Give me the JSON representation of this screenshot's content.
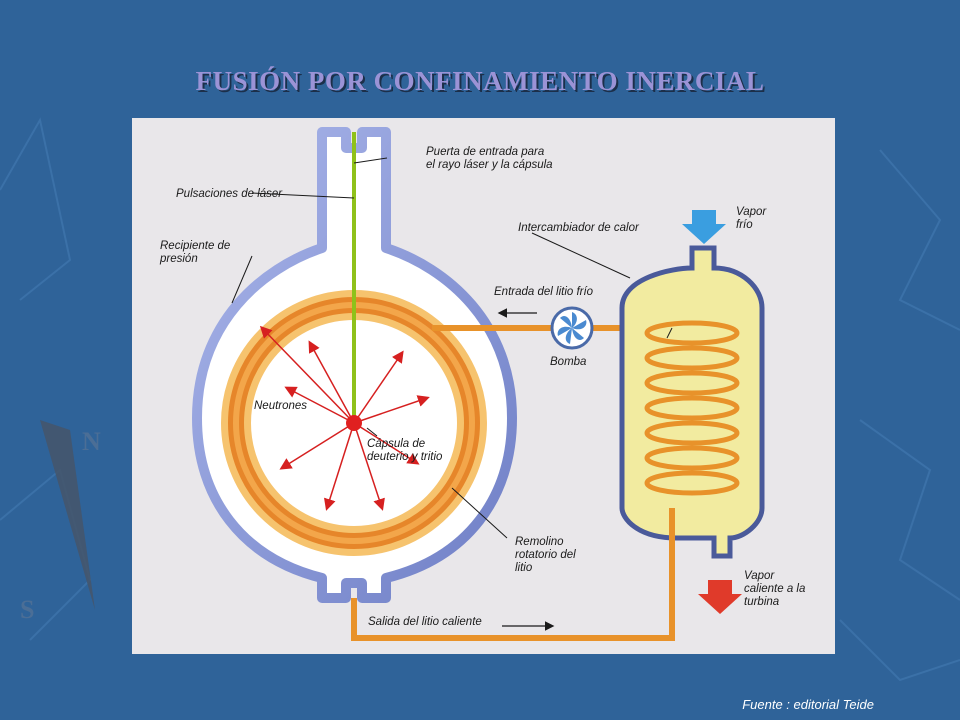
{
  "title": "FUSIÓN POR CONFINAMIENTO INERCIAL",
  "source": "Fuente : editorial Teide",
  "labels": {
    "entry_door": "Puerta de entrada para el rayo láser y la cápsula",
    "laser_pulses": "Pulsaciones de láser",
    "pressure_vessel": "Recipiente de presión",
    "heat_exchanger": "Intercambiador de calor",
    "cold_steam": "Vapor frío",
    "cold_lithium_inlet": "Entrada del litio frío",
    "pump": "Bomba",
    "neutrons": "Neutrones",
    "capsule": "Cápsula de deuterio y tritio",
    "lithium_swirl": "Remolino rotatorio del litio",
    "hot_steam": "Vapor caliente a la turbina",
    "hot_lithium_outlet": "Salida del litio caliente"
  },
  "colors": {
    "background": "#2f6399",
    "title": "#9b93d6",
    "vessel_outline": "#4a5a9a",
    "lithium": "#e8922a",
    "laser": "#8fc11a",
    "capsule": "#e02020",
    "cold_arrow": "#3a9ee0",
    "hot_arrow": "#e03a2a",
    "exchanger_fill": "#f2eba0"
  },
  "icons": {
    "pump": "fan-icon",
    "cold_steam_arrow": "arrow-down-icon",
    "hot_steam_arrow": "arrow-down-icon",
    "flow_arrow": "arrow-left-icon",
    "outflow_arrow": "arrow-right-icon"
  }
}
